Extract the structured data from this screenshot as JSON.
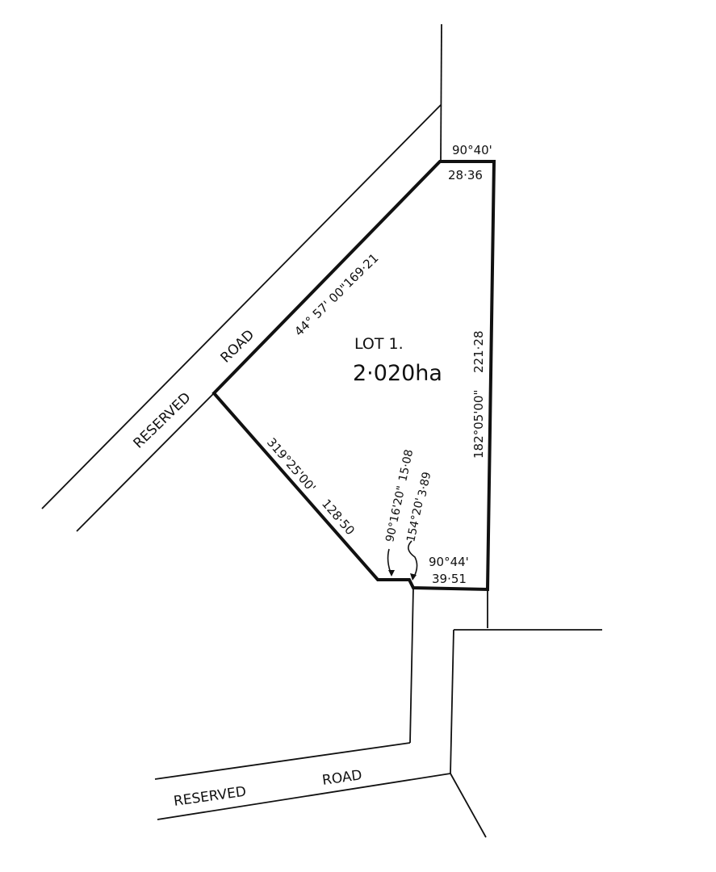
{
  "plan": {
    "lot": {
      "name": "LOT 1.",
      "area": "2·020ha"
    },
    "roads": [
      {
        "id": "road-diagonal",
        "word1": "RESERVED",
        "word2": "ROAD"
      },
      {
        "id": "road-bottom",
        "word1": "RESERVED",
        "word2": "ROAD"
      }
    ],
    "boundaries": {
      "northwest": {
        "bearing": "44° 57' 00\"",
        "distance": "169·21"
      },
      "north": {
        "bearing": "90°40'",
        "distance": "28·36"
      },
      "east": {
        "bearing": "182°05'00\"",
        "distance": "221·28"
      },
      "south": {
        "bearing": "90°44'",
        "distance": "39·51"
      },
      "southwest": {
        "bearing": "319°25'00'",
        "distance": "128·50"
      },
      "south_step_1": {
        "bearing": "90°16'20\"",
        "distance": "15·08"
      },
      "south_step_2": {
        "bearing": "154°20'",
        "distance": "3·89"
      }
    }
  },
  "colors": {
    "line": "#111111",
    "background": "#ffffff"
  }
}
